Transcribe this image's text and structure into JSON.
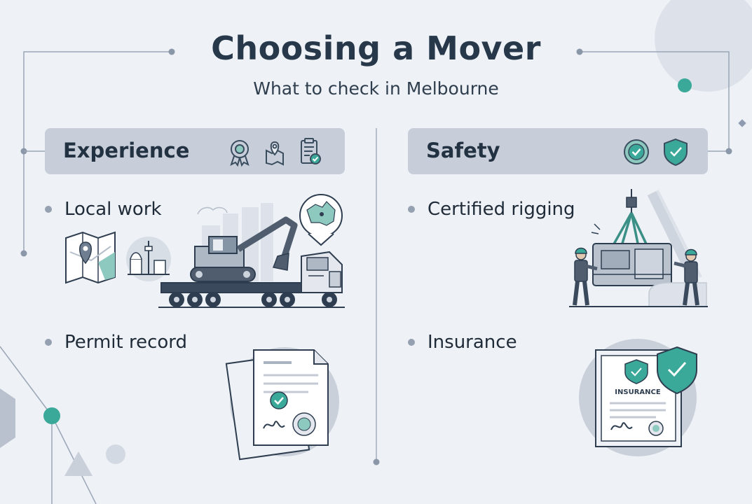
{
  "header": {
    "title": "Choosing a Mover",
    "subtitle": "What to check in Melbourne"
  },
  "sections": [
    {
      "title": "Experience",
      "items": [
        {
          "label": "Local work"
        },
        {
          "label": "Permit record"
        }
      ]
    },
    {
      "title": "Safety",
      "items": [
        {
          "label": "Certified rigging"
        },
        {
          "label": "Insurance"
        }
      ]
    }
  ],
  "illustrations": {
    "insurance_doc_label": "INSURANCE"
  },
  "colors": {
    "background": "#eef1f5",
    "header_bar": "#c7ced9",
    "accent_teal": "#3aa99a",
    "ink": "#26384a",
    "line": "#8f9bab"
  }
}
